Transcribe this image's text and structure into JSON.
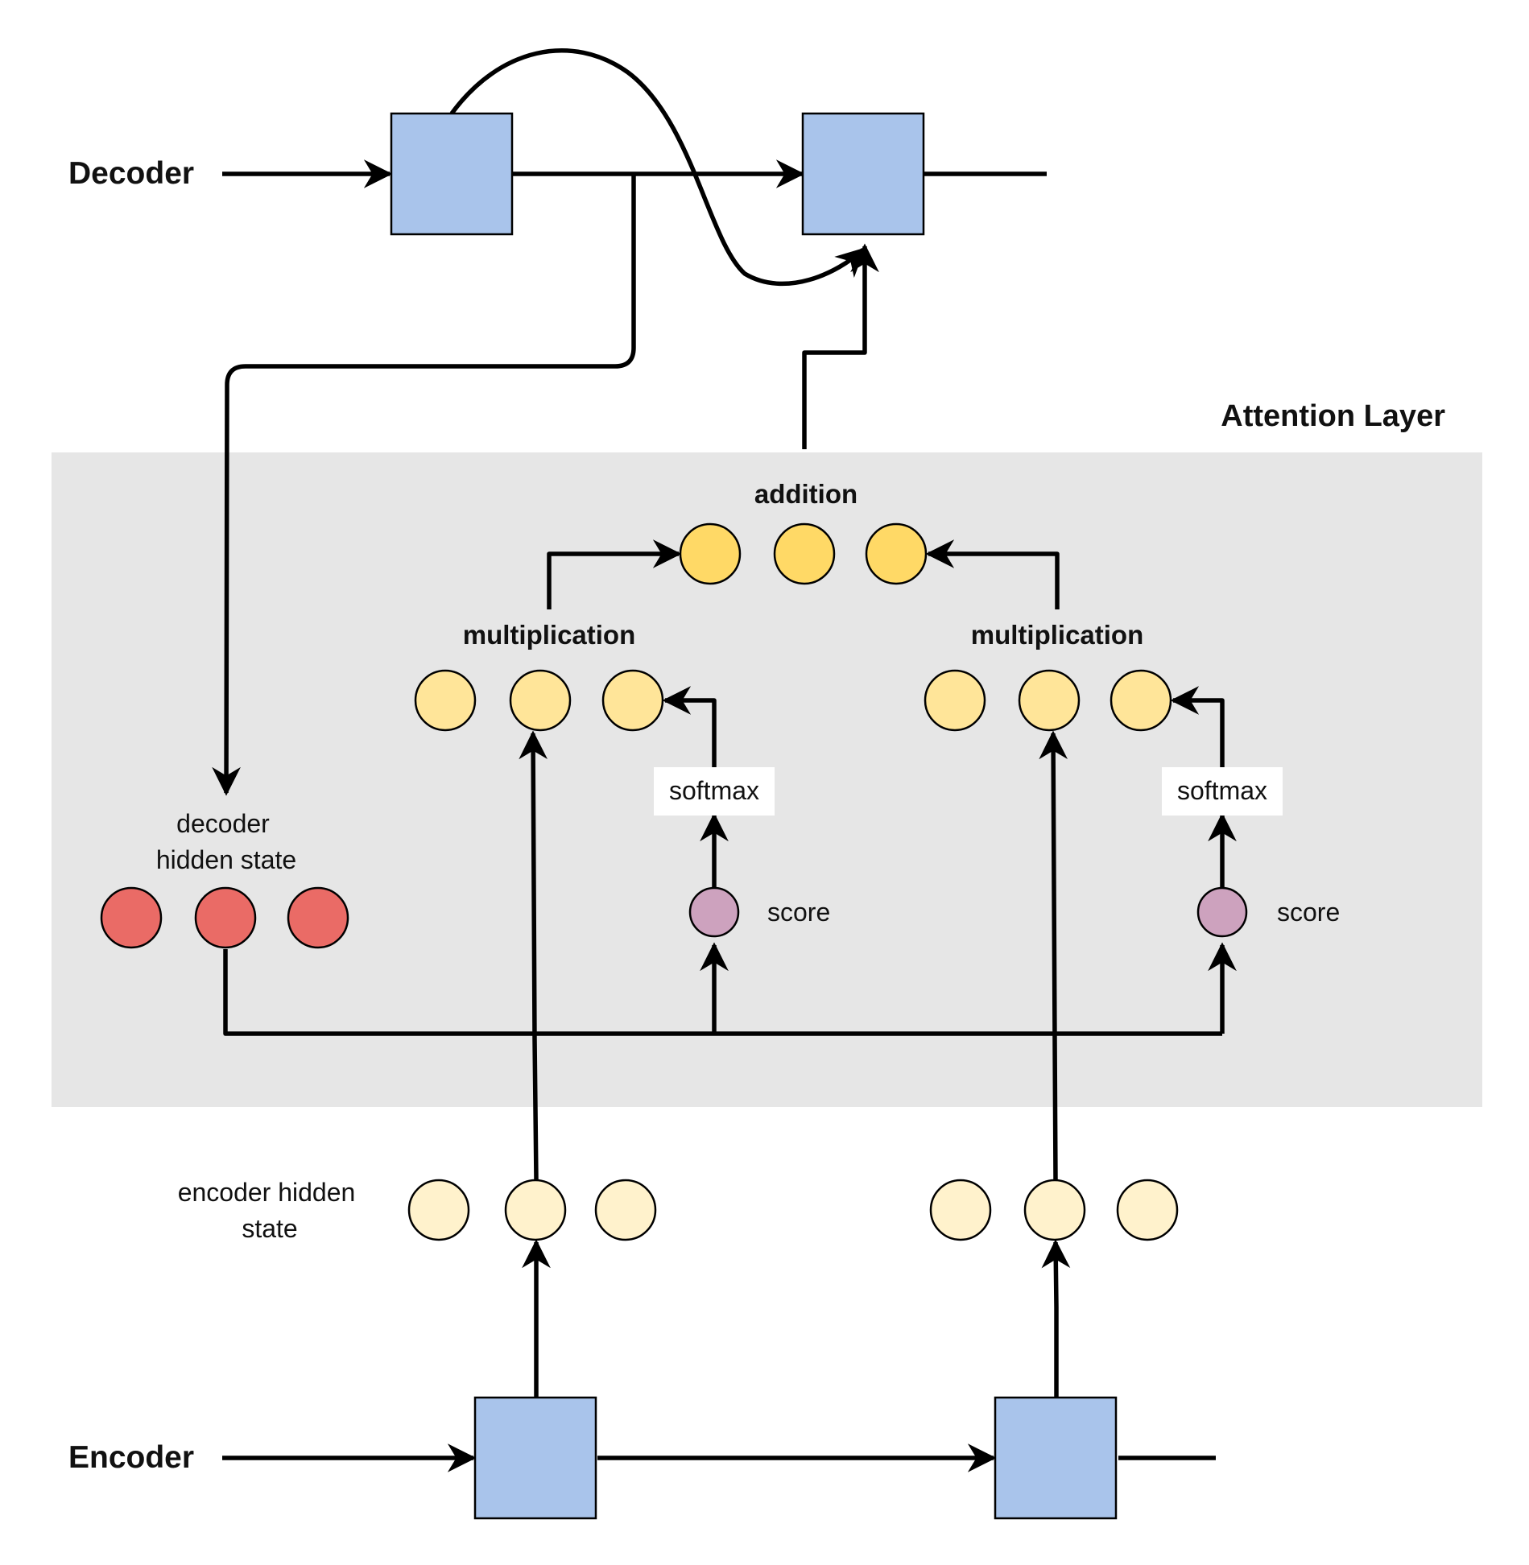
{
  "labels": {
    "decoder": "Decoder",
    "encoder": "Encoder",
    "attention_layer": "Attention Layer",
    "addition": "addition",
    "multiplication_left": "multiplication",
    "multiplication_right": "multiplication",
    "softmax_left": "softmax",
    "softmax_right": "softmax",
    "score_left": "score",
    "score_right": "score",
    "decoder_hidden_state_line1": "decoder",
    "decoder_hidden_state_line2": "hidden state",
    "encoder_hidden_state_line1": "encoder hidden",
    "encoder_hidden_state_line2": "state"
  },
  "colors": {
    "block": "#A9C4EB",
    "attention_bg": "#E6E6E6",
    "addition_node": "#FFD966",
    "multiplication_node": "#FFE599",
    "encoder_state_node": "#FFF2CC",
    "decoder_state_node": "#EA6B66",
    "score_node": "#CDA2BE",
    "softmax_box": "#FFFFFF",
    "stroke": "#000000"
  }
}
